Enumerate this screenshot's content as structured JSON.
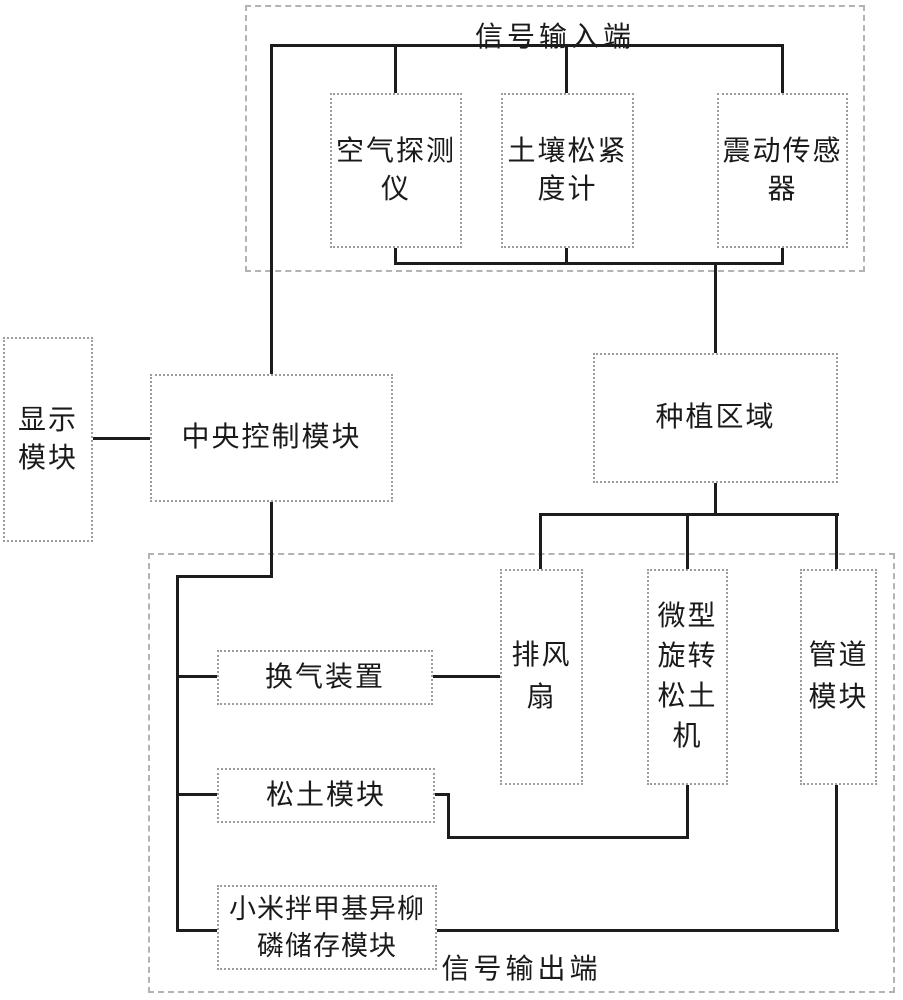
{
  "figure": {
    "sections": {
      "input": {
        "label": "信号输入端"
      },
      "output": {
        "label": "信号输出端"
      }
    },
    "boxes": {
      "display": {
        "label": "显示模块"
      },
      "central": {
        "label": "中央控制模块"
      },
      "air_detector": {
        "label": "空气探测仪"
      },
      "soil_meter": {
        "label": "土壤松紧度计"
      },
      "vibration": {
        "label": "震动传感器"
      },
      "planting_area": {
        "label": "种植区域"
      },
      "ventilation": {
        "label": "换气装置"
      },
      "exhaust_fan": {
        "label": "排风扇"
      },
      "micro_tiller": {
        "label": "微型旋转松土机"
      },
      "pipe_module": {
        "label": "管道模块"
      },
      "soil_loosening": {
        "label": "松土模块"
      },
      "millet_storage": {
        "label": "小米拌甲基异柳磷储存模块"
      }
    },
    "colors": {
      "line": "#1c1c1c",
      "box_border": "#9c9c9c",
      "container_border": "#b3b3b3",
      "text": "#1a1a1a",
      "background": "#ffffff"
    }
  }
}
